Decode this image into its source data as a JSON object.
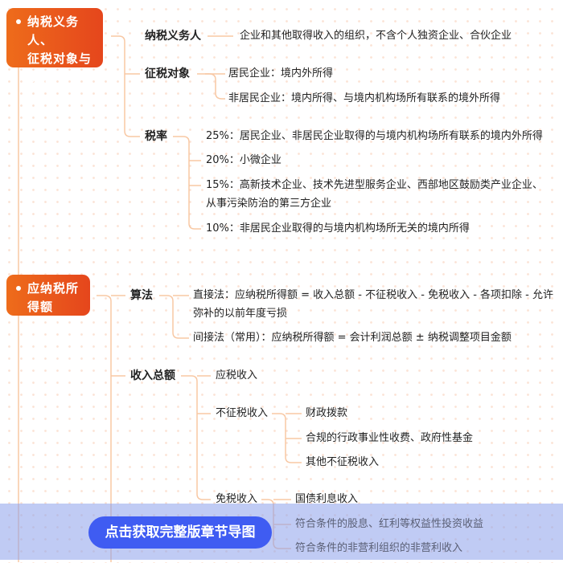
{
  "topics": [
    {
      "title_lines": [
        "纳税义务人、",
        "征税对象与",
        "税率"
      ]
    },
    {
      "title_lines": [
        "应纳税所",
        "得额（一）"
      ]
    }
  ],
  "tax_subjects": {
    "label": "纳税义务人",
    "detail": "企业和其他取得收入的组织，不含个人独资企业、合伙企业"
  },
  "taxable_objects": {
    "label": "征税对象",
    "items": [
      "居民企业：境内外所得",
      "非居民企业：境内所得、与境内机构场所有联系的境外所得"
    ]
  },
  "tax_rates": {
    "label": "税率",
    "items": [
      "25%：居民企业、非居民企业取得的与境内机构场所有联系的境内外所得",
      "20%：小微企业",
      "15%：高新技术企业、技术先进型服务企业、西部地区鼓励类产业企业、",
      "从事污染防治的第三方企业",
      "10%：非居民企业取得的与境内机构场所无关的境内所得"
    ]
  },
  "methods": {
    "label": "算法",
    "direct": [
      "直接法：应纳税所得额 = 收入总额 - 不征税收入 - 免税收入 - 各项扣除 - 允许",
      "弥补的以前年度亏损"
    ],
    "indirect": "间接法（常用）：应纳税所得额 = 会计利润总额 ± 纳税调整项目金额"
  },
  "total_income": {
    "label": "收入总额",
    "taxable": "应税收入",
    "non_taxable": {
      "label": "不征税收入",
      "items": [
        "财政拨款",
        "合规的行政事业性收费、政府性基金",
        "其他不征税收入"
      ]
    },
    "exempt": {
      "label": "免税收入",
      "items": [
        "国债利息收入",
        "符合条件的股息、红利等权益性投资收益",
        "符合条件的非营利组织的非营利收入"
      ]
    }
  },
  "cta_button": "点击获取完整版章节导图",
  "colors": {
    "topic": "#e95a1b",
    "connector": "#f8c8a4",
    "cta": "#3f5cf2"
  }
}
